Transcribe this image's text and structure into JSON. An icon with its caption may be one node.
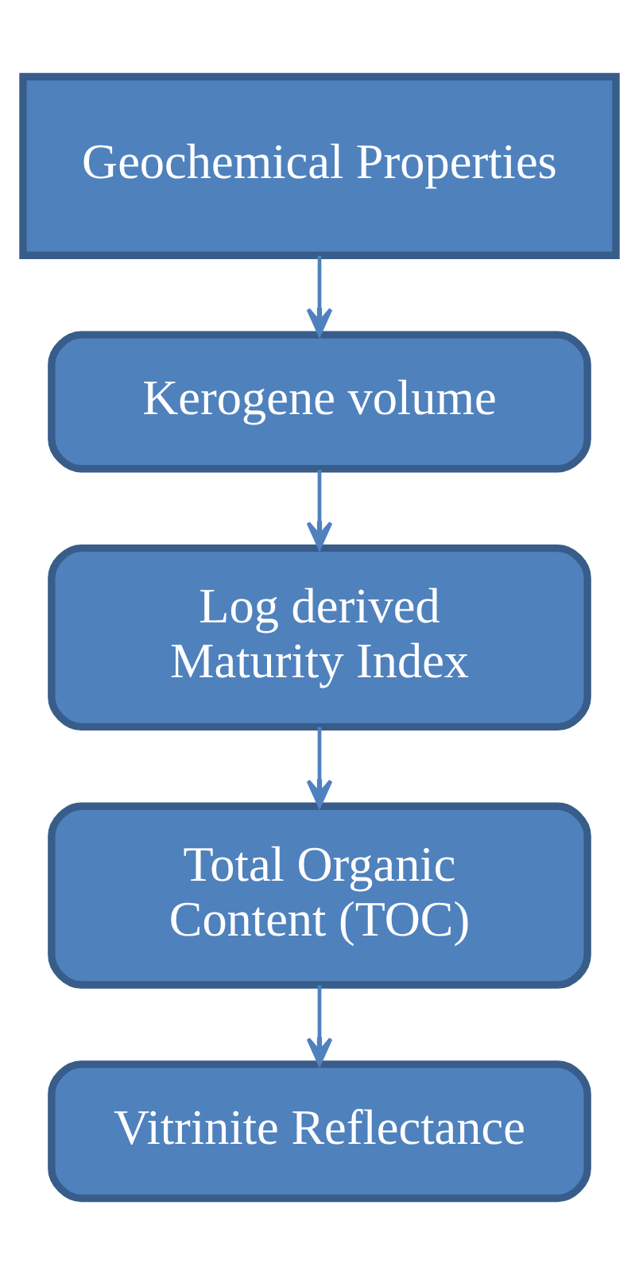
{
  "diagram": {
    "nodes": [
      {
        "text": [
          "Geochemical Properties"
        ]
      },
      {
        "text": [
          "Kerogene volume"
        ]
      },
      {
        "text": [
          "Log derived Maturity Index"
        ]
      },
      {
        "text": [
          "Total Organic Content (TOC)"
        ]
      },
      {
        "text": [
          "Vitrinite Reflectance"
        ]
      }
    ],
    "edges": [
      {
        "from": 0,
        "to": 1,
        "arrow": "to"
      },
      {
        "from": 1,
        "to": 2,
        "arrow": "to"
      },
      {
        "from": 2,
        "to": 3,
        "arrow": "to"
      },
      {
        "from": 3,
        "to": 4,
        "arrow": "to"
      }
    ]
  }
}
